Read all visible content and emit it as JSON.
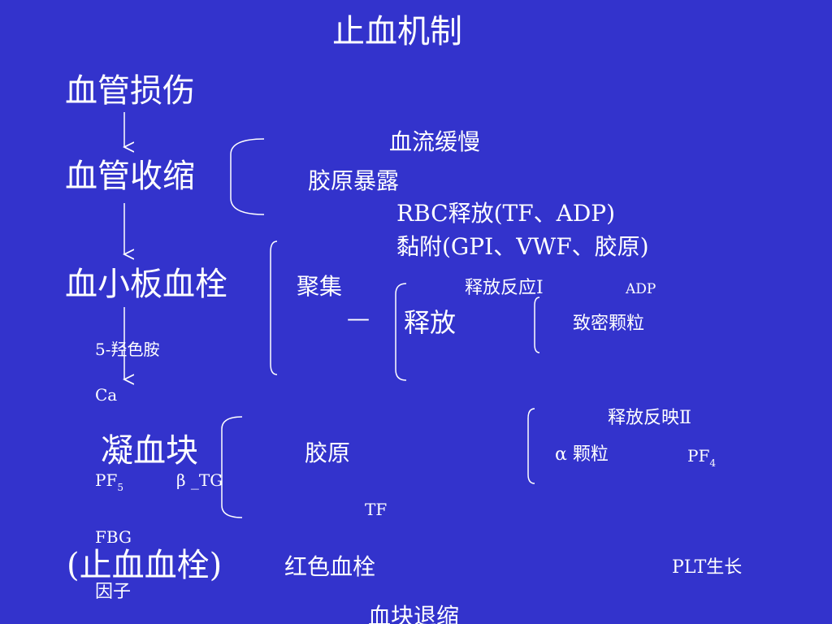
{
  "title": "止血机制",
  "steps": {
    "injury": "血管损伤",
    "constriction": "血管收缩",
    "platelet_plug": "血小板血栓",
    "clot": "凝血块",
    "hemostatic_plug": "(止血血栓)"
  },
  "constriction_branch": {
    "slow_flow": "血流缓慢",
    "collagen_exposure": "胶原暴露",
    "rbc_release": "RBC释放(TF、ADP)",
    "adhesion": "黏附(GPI、VWF、胶原)"
  },
  "platelet_branch": {
    "aggregation": "聚集",
    "dash": "—",
    "release": "释放",
    "release_reaction_1": "释放反应Ⅰ",
    "adp": "ADP",
    "dense_granules": "致密颗粒",
    "serotonin": "5-羟色胺",
    "ca": "Ca"
  },
  "clot_branch": {
    "release_reaction_2": "释放反映Ⅱ",
    "collagen": "胶原",
    "alpha_granules": "α 颗粒",
    "pf4": "PF",
    "pf4_sub": "4",
    "pf5": "PF",
    "pf5_sub": "5",
    "beta_tg": "β _TG",
    "tf": "TF",
    "fbg": "FBG",
    "red_thrombus": "红色血栓",
    "plt_growth": "PLT生长",
    "factor": "因子",
    "clot_retraction": "血块退缩"
  }
}
